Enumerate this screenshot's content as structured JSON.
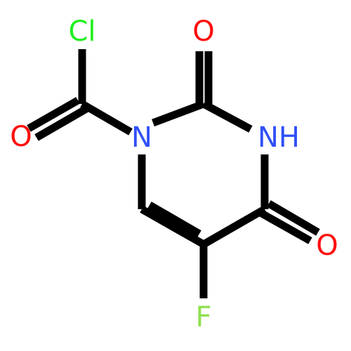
{
  "colors": {
    "bond": "#000000",
    "oxygen": "#ff0d0d",
    "nitrogen": "#3050f8",
    "chlorine": "#1ff01f",
    "fluorine": "#90e050"
  },
  "atoms": {
    "cl": "Cl",
    "o_top": "O",
    "o_left": "O",
    "n1": "N",
    "nh": "NH",
    "o_right": "O",
    "f": "F"
  }
}
